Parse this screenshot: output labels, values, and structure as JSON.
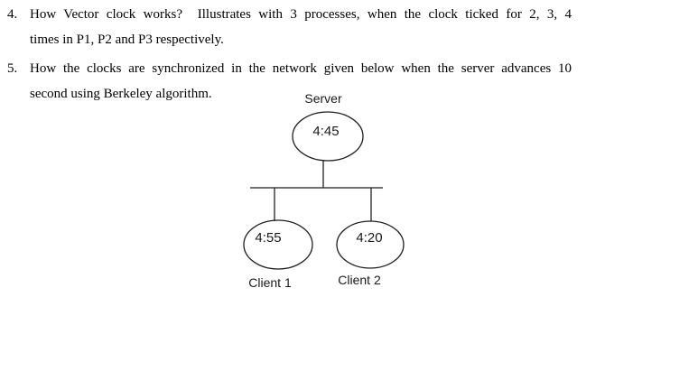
{
  "page": {
    "background_color": "#ffffff",
    "text_color": "#000000",
    "line_color": "#1f1f1f"
  },
  "questions": [
    {
      "number": "4.",
      "lines": [
        "How Vector clock works?  Illustrates with 3 processes, when the clock ticked for 2, 3, 4",
        "times in P1, P2 and P3 respectively."
      ]
    },
    {
      "number": "5.",
      "lines": [
        "How the clocks are synchronized in the network given below when the server advances 10",
        "second using Berkeley algorithm."
      ]
    }
  ],
  "diagram": {
    "server": {
      "label": "Server",
      "time": "4:45"
    },
    "clients": [
      {
        "label": "Client 1",
        "time": "4:55"
      },
      {
        "label": "Client 2",
        "time": "4:20"
      }
    ]
  }
}
